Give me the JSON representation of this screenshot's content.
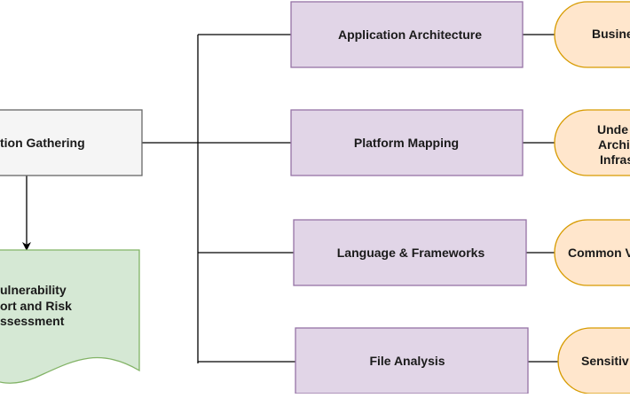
{
  "diagram": {
    "colors": {
      "info_fill": "#f5f5f5",
      "info_stroke": "#666666",
      "process_fill": "#e1d5e7",
      "process_stroke": "#9673a6",
      "doc_fill": "#d5e8d4",
      "doc_stroke": "#82b366",
      "terminal_fill": "#ffe6cc",
      "terminal_stroke": "#d79b00",
      "line": "#000000"
    },
    "info_gathering": {
      "label": "tion Gathering"
    },
    "report": {
      "lines": [
        "ulnerability",
        "ort and Risk",
        "ssessment"
      ]
    },
    "steps": [
      {
        "label": "Application Architecture",
        "result_lines": [
          "Busine"
        ]
      },
      {
        "label": "Platform Mapping",
        "result_lines": [
          "Unde",
          "Archi",
          "Infras"
        ]
      },
      {
        "label": "Language & Frameworks",
        "result_lines": [
          "Common V"
        ]
      },
      {
        "label": "File Analysis",
        "result_lines": [
          "Sensitiv"
        ]
      }
    ]
  }
}
